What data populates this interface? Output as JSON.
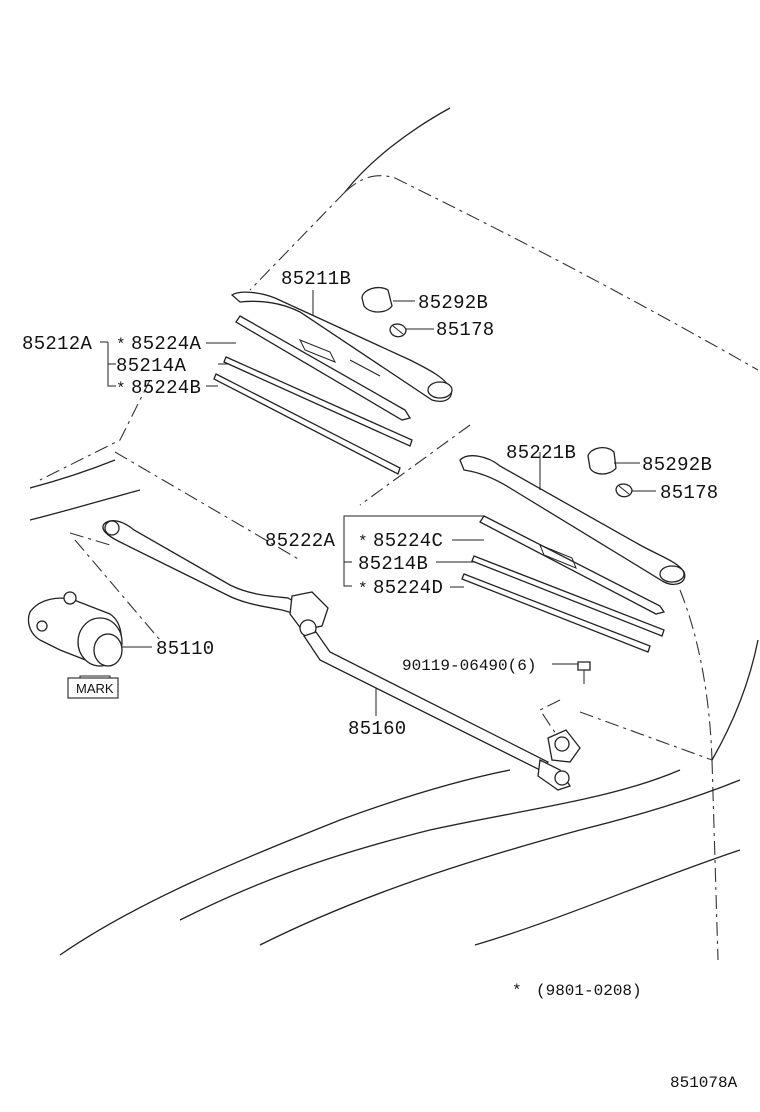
{
  "parts": {
    "arm_front_driver": "85211B",
    "cap_driver": "85292B",
    "nut_driver": "85178",
    "blade_assy_driver": "85212A",
    "blade_rubber_driver_a": "85224A",
    "blade_backing_driver": "85214A",
    "blade_rubber_driver_b": "85224B",
    "arm_front_passenger": "85221B",
    "cap_passenger": "85292B",
    "nut_passenger": "85178",
    "blade_assy_passenger": "85222A",
    "blade_rubber_passenger_c": "85224C",
    "blade_backing_passenger": "85214B",
    "blade_rubber_passenger_d": "85224D",
    "motor": "85110",
    "motor_mark": "MARK",
    "link_assy": "85160",
    "bolt": "90119-06490(6)"
  },
  "markers": {
    "asterisk": "*"
  },
  "footnote": {
    "symbol": "*",
    "text": "(9801-0208)"
  },
  "diagram_id": "851078A"
}
